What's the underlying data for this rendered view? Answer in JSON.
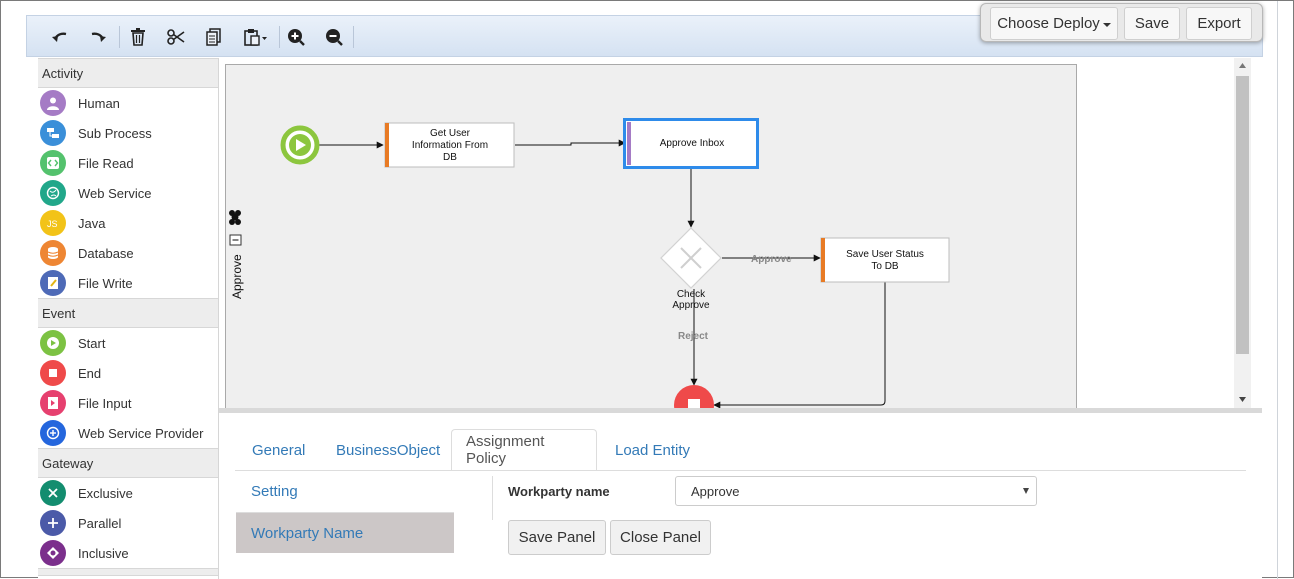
{
  "toolbar": {
    "tools": [
      {
        "name": "undo-icon"
      },
      {
        "name": "redo-icon"
      },
      {
        "name": "trash-icon"
      },
      {
        "name": "cut-icon"
      },
      {
        "name": "copy-icon"
      },
      {
        "name": "paste-icon"
      },
      {
        "name": "zoom-in-icon"
      },
      {
        "name": "zoom-out-icon"
      }
    ],
    "deploy_label": "Choose Deploy",
    "save_label": "Save",
    "export_label": "Export"
  },
  "palette": {
    "activity_title": "Activity",
    "activity": [
      {
        "label": "Human",
        "icon": "user-icon",
        "color": "#a57bc5"
      },
      {
        "label": "Sub Process",
        "icon": "subprocess-icon",
        "color": "#3a8fd9"
      },
      {
        "label": "File Read",
        "icon": "code-icon",
        "color": "#54c26d"
      },
      {
        "label": "Web Service",
        "icon": "globe-icon",
        "color": "#21a78a"
      },
      {
        "label": "Java",
        "icon": "js-icon",
        "color": "#f2c318"
      },
      {
        "label": "Database",
        "icon": "database-icon",
        "color": "#ee8633"
      },
      {
        "label": "File Write",
        "icon": "file-write-icon",
        "color": "#4e6ab7"
      }
    ],
    "event_title": "Event",
    "event": [
      {
        "label": "Start",
        "icon": "play-icon",
        "color": "#7cc243"
      },
      {
        "label": "End",
        "icon": "stop-icon",
        "color": "#ef4a4a"
      },
      {
        "label": "File Input",
        "icon": "file-input-icon",
        "color": "#e6406f"
      },
      {
        "label": "Web Service Provider",
        "icon": "web-provider-icon",
        "color": "#2466dd"
      }
    ],
    "gateway_title": "Gateway",
    "gateway": [
      {
        "label": "Exclusive",
        "icon": "exclusive-gateway-icon",
        "color": "#138d6f"
      },
      {
        "label": "Parallel",
        "icon": "parallel-gateway-icon",
        "color": "#4b5aa8"
      },
      {
        "label": "Inclusive",
        "icon": "inclusive-gateway-icon",
        "color": "#7b2f8c"
      }
    ]
  },
  "diagram": {
    "lane_label": "Approve",
    "node_get_user": [
      "Get User",
      "Information From",
      "DB"
    ],
    "node_approve_inbox": "Approve Inbox",
    "gateway_label": [
      "Check",
      "Approve"
    ],
    "node_save_status": [
      "Save User Status",
      "To DB"
    ],
    "edge_approve": "Approve",
    "edge_reject": "Reject",
    "colors": {
      "start": "#8cc63e",
      "end": "#ef4a4a",
      "task_accent": "#e87b25",
      "human_accent": "#a57bc5",
      "selected": "#2e8bea"
    }
  },
  "properties": {
    "tabs": [
      "General",
      "BusinessObject",
      "Assignment Policy",
      "Load Entity"
    ],
    "active_tab": "Assignment Policy",
    "side_items": [
      "Setting",
      "Workparty Name"
    ],
    "workparty_label": "Workparty name",
    "workparty_value": "Approve",
    "save_panel_label": "Save Panel",
    "close_panel_label": "Close Panel"
  }
}
